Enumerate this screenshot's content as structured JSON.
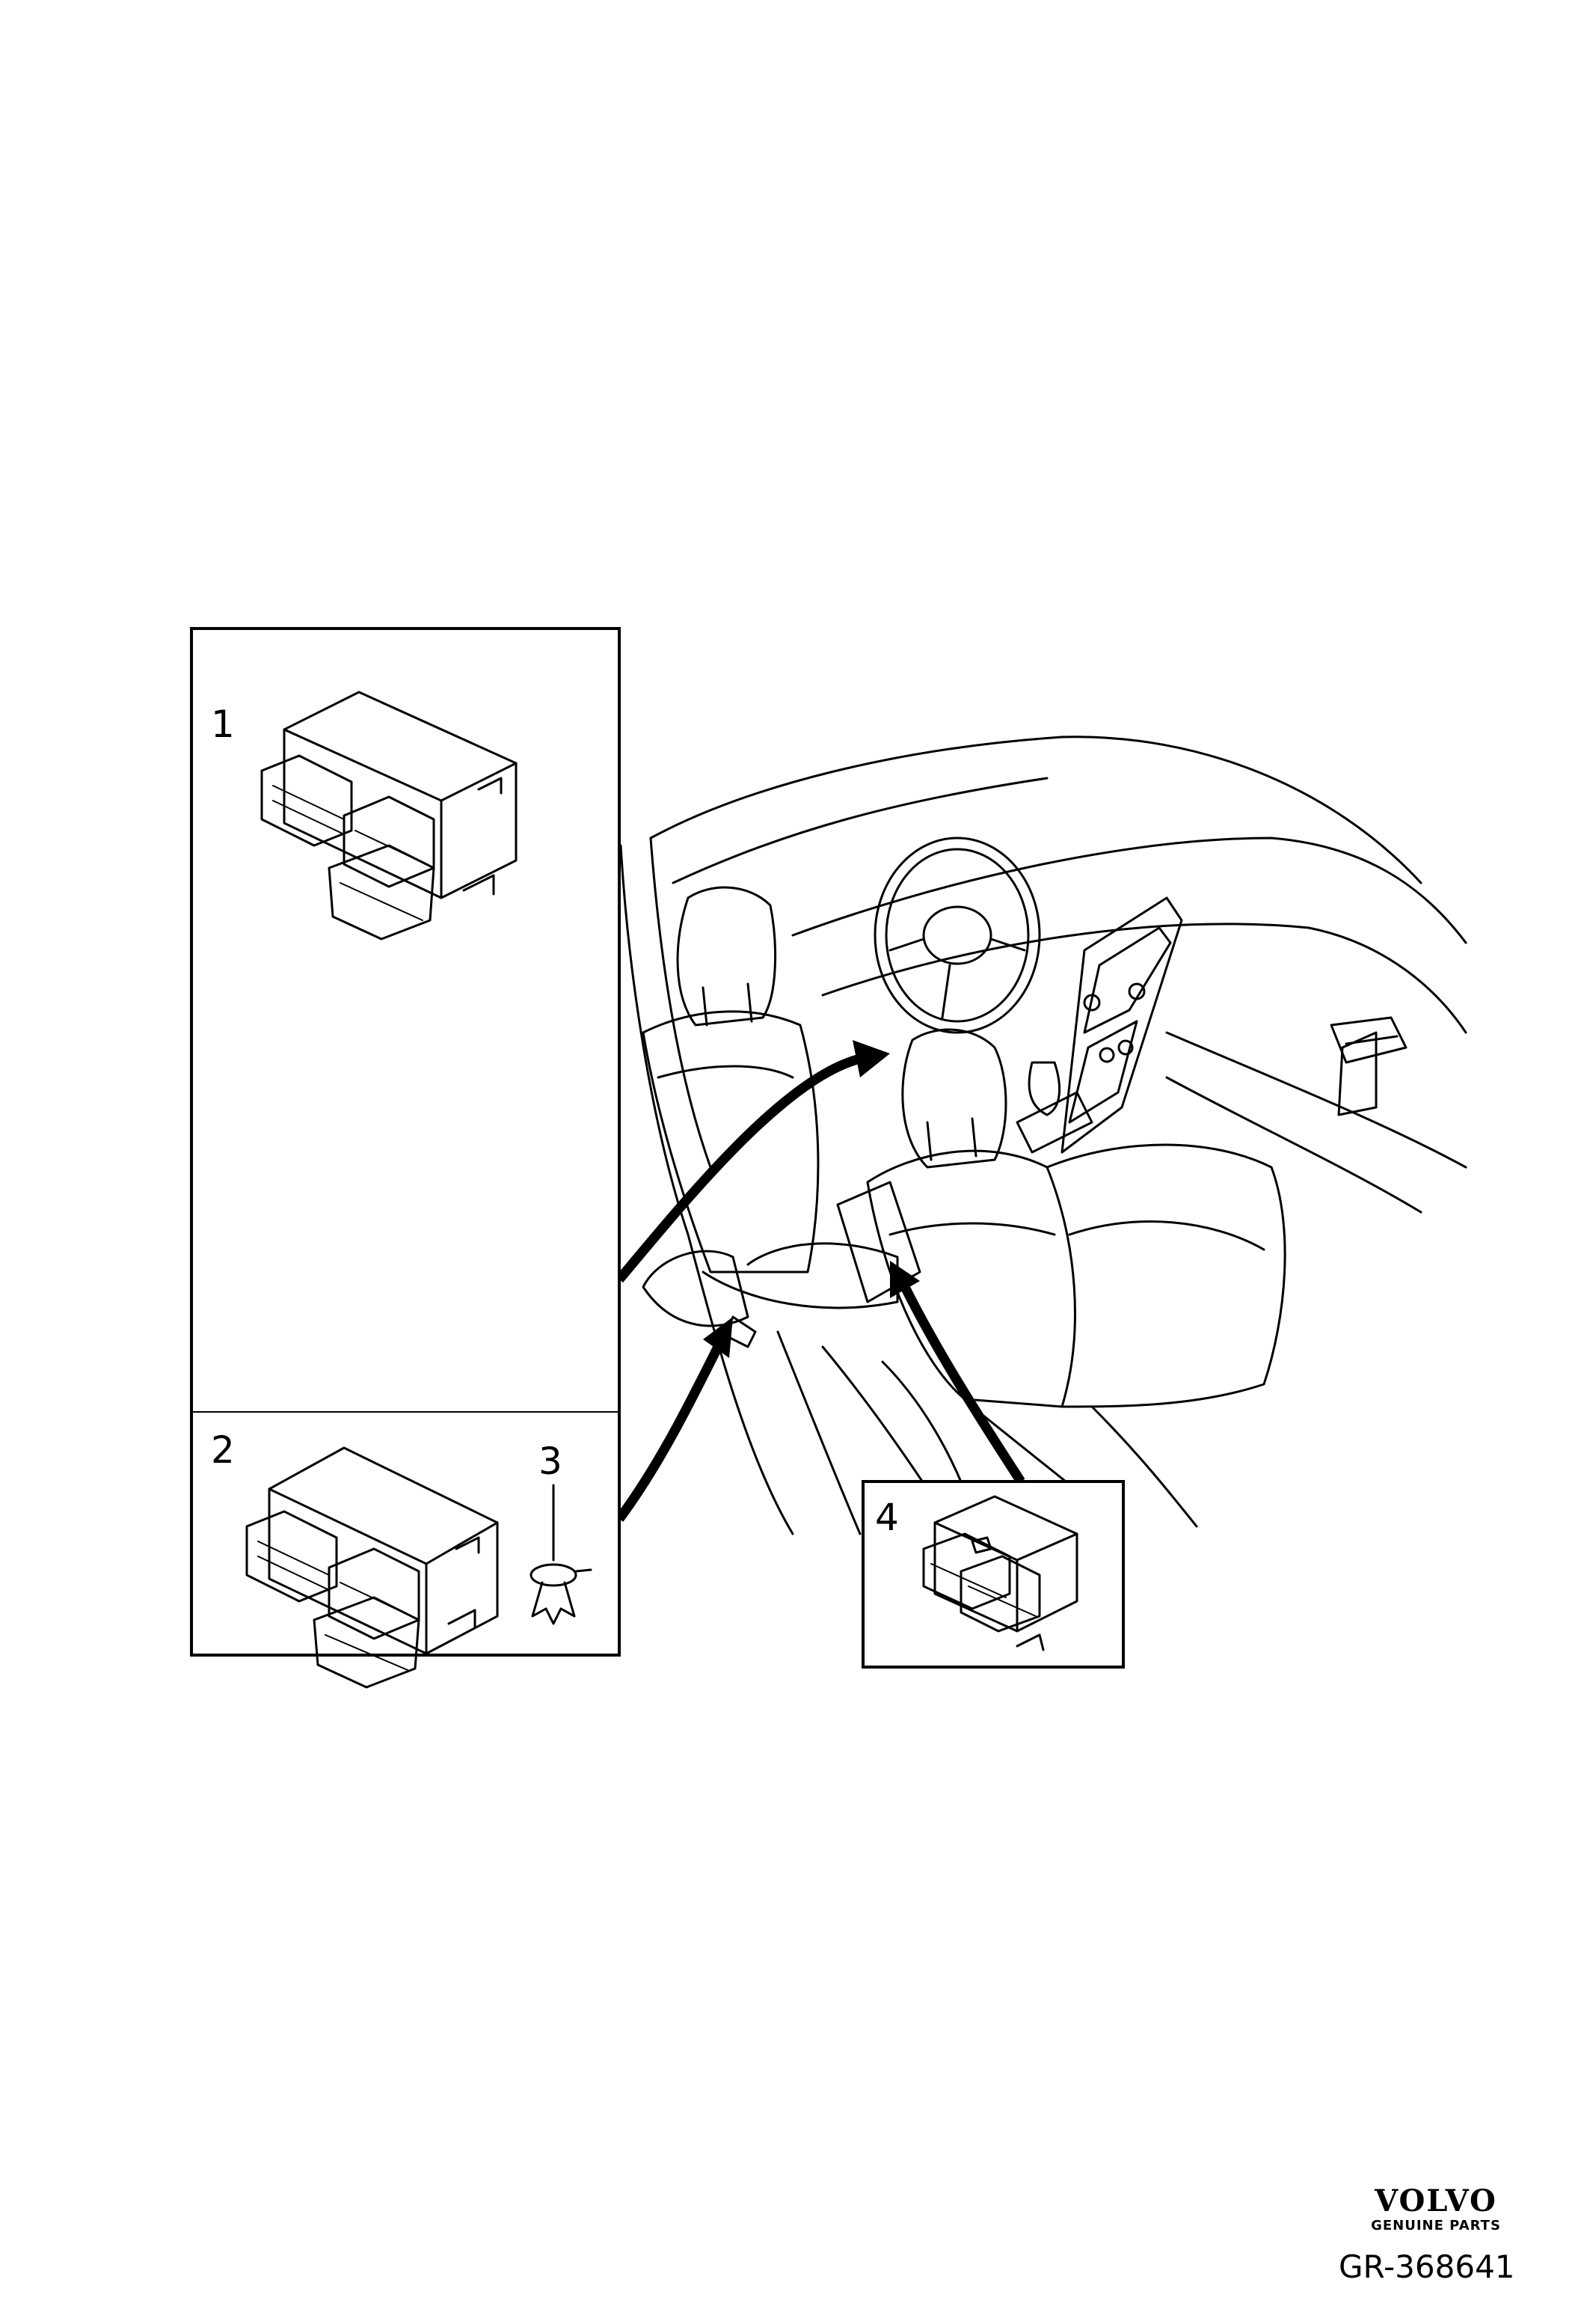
{
  "callouts": {
    "c1": "1",
    "c2": "2",
    "c3": "3",
    "c4": "4"
  },
  "brand": {
    "name": "VOLVO",
    "tagline": "GENUINE PARTS"
  },
  "reference_code": "GR-368641"
}
